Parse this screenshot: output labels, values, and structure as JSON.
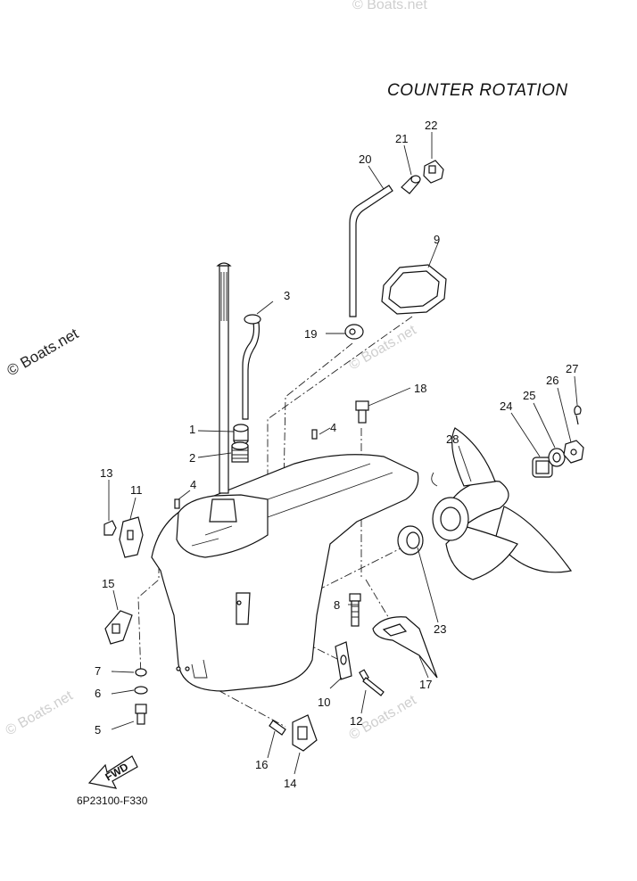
{
  "title": "COUNTER ROTATION",
  "drawing_code": "6P23100-F330",
  "fwd_label": "FWD",
  "watermark": "© Boats.net",
  "callouts": [
    "1",
    "2",
    "3",
    "4",
    "4",
    "5",
    "6",
    "7",
    "8",
    "9",
    "10",
    "11",
    "12",
    "13",
    "14",
    "15",
    "16",
    "17",
    "18",
    "19",
    "20",
    "21",
    "22",
    "23",
    "24",
    "25",
    "26",
    "27",
    "28"
  ]
}
